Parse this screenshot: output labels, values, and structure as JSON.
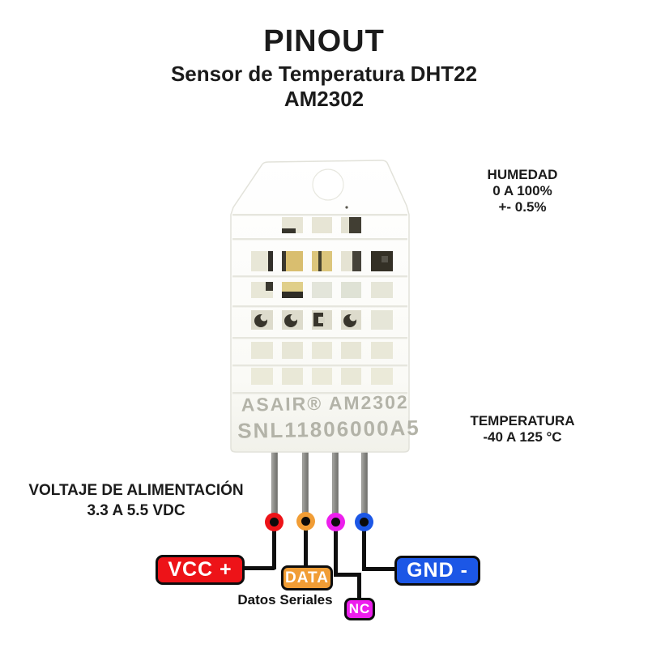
{
  "header": {
    "title": "PINOUT",
    "subtitle_line1": "Sensor de Temperatura DHT22",
    "subtitle_line2": "AM2302"
  },
  "specs": {
    "humedad": {
      "title": "HUMEDAD",
      "range": "0 A 100%",
      "accuracy": "+- 0.5%"
    },
    "temperatura": {
      "title": "TEMPERATURA",
      "range": "-40 A 125 °C"
    },
    "voltaje": {
      "title": "VOLTAJE DE ALIMENTACIÓN",
      "value": "3.3 A 5.5 VDC"
    }
  },
  "sensor": {
    "label_line1": "ASAIR® AM2302",
    "label_line2": "SNL11806000A5"
  },
  "pinout": {
    "serial_note": "Datos Seriales",
    "pins": [
      {
        "id": "vcc",
        "label": "VCC +",
        "color": "#ed1318"
      },
      {
        "id": "data",
        "label": "DATA",
        "color": "#f19d35"
      },
      {
        "id": "nc",
        "label": "NC",
        "color": "#ed1fed"
      },
      {
        "id": "gnd",
        "label": "GND -",
        "color": "#1c57e6"
      }
    ]
  }
}
